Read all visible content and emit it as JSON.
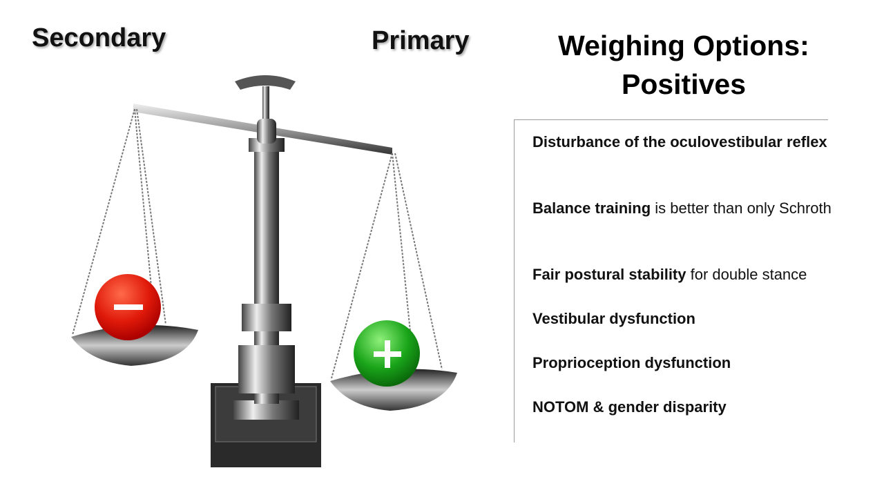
{
  "labels": {
    "secondary": "Secondary",
    "primary": "Primary"
  },
  "title": {
    "line1": "Weighing Options:",
    "line2": "Positives"
  },
  "items": [
    {
      "bold": "Disturbance of the oculovestibular reflex",
      "rest": ""
    },
    {
      "bold": "Balance training",
      "rest": " is better than only Schroth"
    },
    {
      "bold": "Fair postural stability",
      "rest": " for double stance"
    },
    {
      "bold": "Vestibular dysfunction",
      "rest": ""
    },
    {
      "bold": "Proprioception dysfunction",
      "rest": ""
    },
    {
      "bold": "NOTOM & gender disparity",
      "rest": ""
    }
  ],
  "colors": {
    "minus_ball": "#e01a0a",
    "plus_ball": "#1aa51a"
  }
}
